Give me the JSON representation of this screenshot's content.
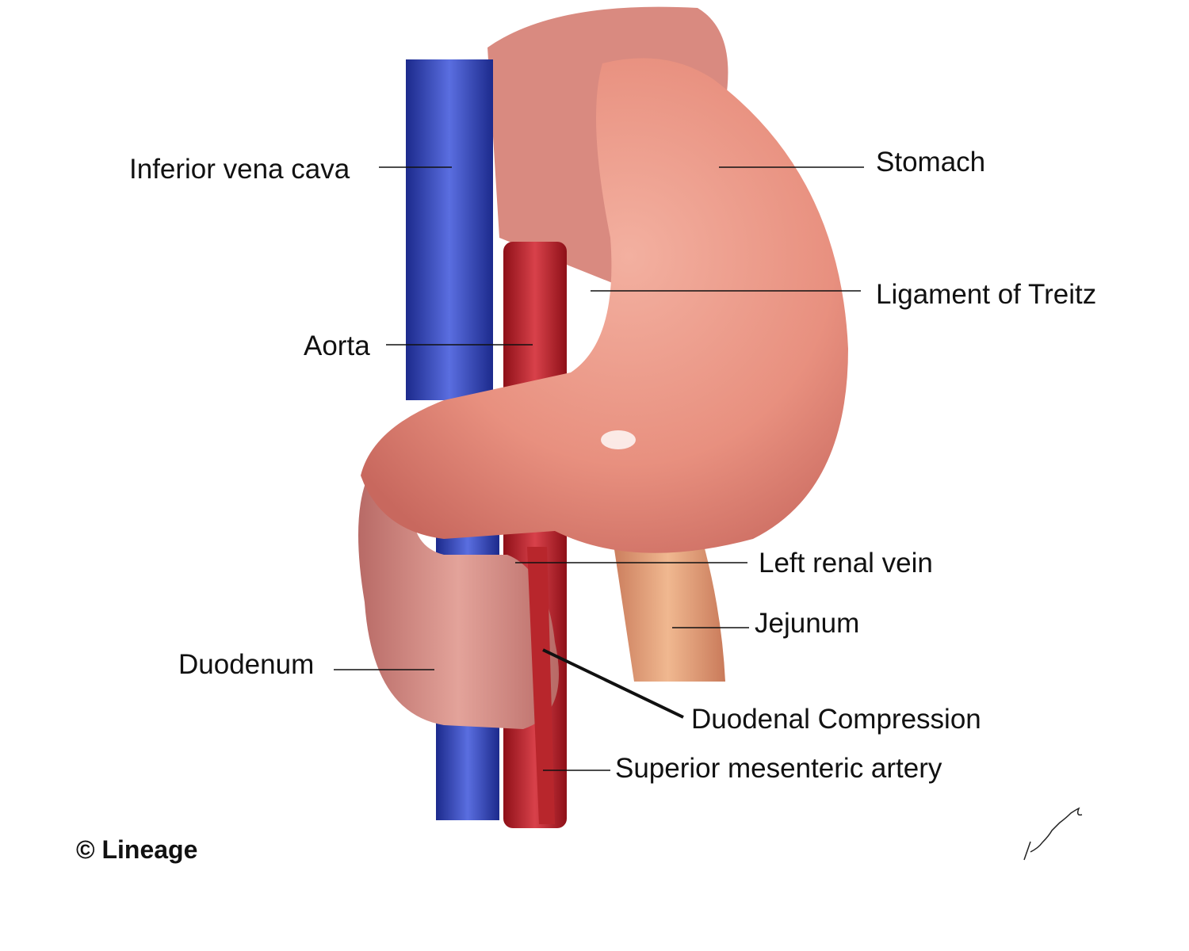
{
  "labels": {
    "ivc": "Inferior vena cava",
    "aorta": "Aorta",
    "stomach": "Stomach",
    "ligament": "Ligament of Treitz",
    "left_renal_vein": "Left renal vein",
    "jejunum": "Jejunum",
    "duodenum": "Duodenum",
    "compression": "Duodenal Compression",
    "sma": "Superior mesenteric artery"
  },
  "copyright": "© Lineage",
  "colors": {
    "vein": "#2f3fb0",
    "artery": "#b5222a",
    "tissue": "#e79484",
    "text": "#111111"
  }
}
